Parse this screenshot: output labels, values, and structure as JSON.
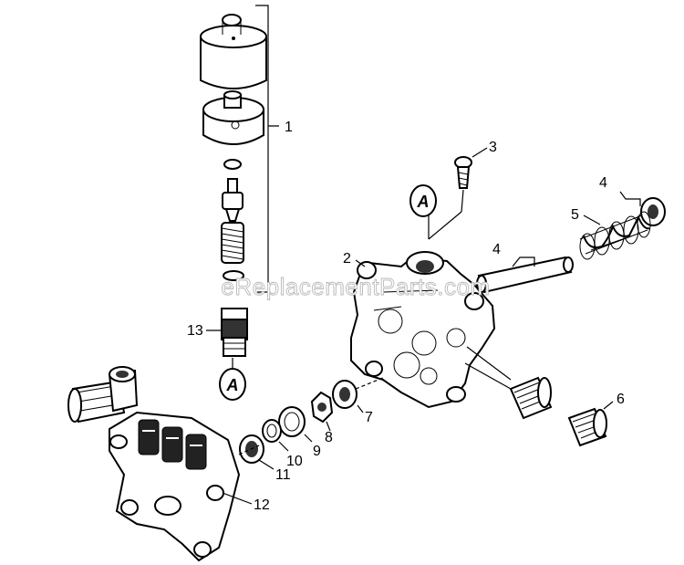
{
  "watermark": "eReplacementParts.com",
  "callouts": {
    "c1": "1",
    "c2": "2",
    "c3": "3",
    "c4a": "4",
    "c4b": "4",
    "c5": "5",
    "c6": "6",
    "c7": "7",
    "c8": "8",
    "c9": "9",
    "c10": "10",
    "c11": "11",
    "c12": "12",
    "c13": "13"
  },
  "refs": {
    "upper": "A",
    "lower": "A"
  }
}
